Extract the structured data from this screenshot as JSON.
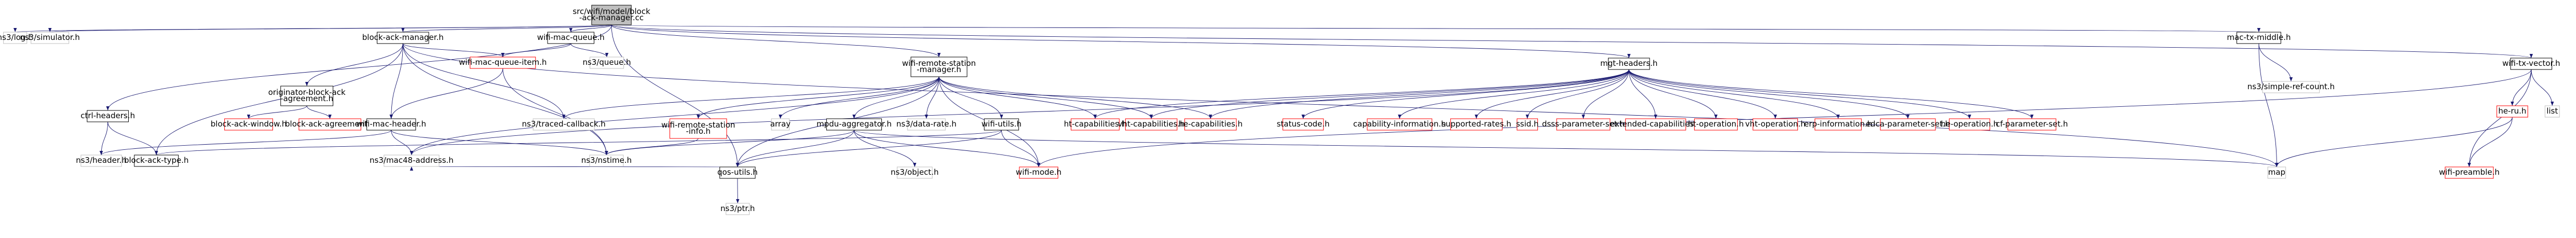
{
  "diagram": {
    "nodes": [
      {
        "id": "root",
        "label": [
          "src/wifi/model/block",
          "-ack-manager.cc"
        ],
        "style": "root"
      },
      {
        "id": "log",
        "label": [
          "ns3/log.h"
        ],
        "style": "plain"
      },
      {
        "id": "simulator",
        "label": [
          "ns3/simulator.h"
        ],
        "style": "plain"
      },
      {
        "id": "bam",
        "label": [
          "block-ack-manager.h"
        ],
        "style": "black"
      },
      {
        "id": "wmq",
        "label": [
          "wifi-mac-queue.h"
        ],
        "style": "black"
      },
      {
        "id": "wrsm",
        "label": [
          "wifi-remote-station",
          "-manager.h"
        ],
        "style": "black"
      },
      {
        "id": "mgt",
        "label": [
          "mgt-headers.h"
        ],
        "style": "black"
      },
      {
        "id": "mtm",
        "label": [
          "mac-tx-middle.h"
        ],
        "style": "black"
      },
      {
        "id": "wtv",
        "label": [
          "wifi-tx-vector.h"
        ],
        "style": "black"
      },
      {
        "id": "ctrl",
        "label": [
          "ctrl-headers.h"
        ],
        "style": "black"
      },
      {
        "id": "obaa",
        "label": [
          "originator-block-ack",
          "-agreement.h"
        ],
        "style": "black"
      },
      {
        "id": "wmqi",
        "label": [
          "wifi-mac-queue-item.h"
        ],
        "style": "red"
      },
      {
        "id": "queue",
        "label": [
          "ns3/queue.h"
        ],
        "style": "plain"
      },
      {
        "id": "simplerefcount",
        "label": [
          "ns3/simple-ref-count.h"
        ],
        "style": "plain"
      },
      {
        "id": "baw",
        "label": [
          "block-ack-window.h"
        ],
        "style": "red"
      },
      {
        "id": "baagr",
        "label": [
          "block-ack-agreement.h"
        ],
        "style": "red"
      },
      {
        "id": "wmh",
        "label": [
          "wifi-mac-header.h"
        ],
        "style": "black"
      },
      {
        "id": "tracedcb",
        "label": [
          "ns3/traced-callback.h"
        ],
        "style": "plain"
      },
      {
        "id": "wrsi",
        "label": [
          "wifi-remote-station",
          "-info.h"
        ],
        "style": "red"
      },
      {
        "id": "array",
        "label": [
          "array"
        ],
        "style": "plain"
      },
      {
        "id": "mpdu",
        "label": [
          "mpdu-aggregator.h"
        ],
        "style": "black"
      },
      {
        "id": "datarate",
        "label": [
          "ns3/data-rate.h"
        ],
        "style": "plain"
      },
      {
        "id": "wutils",
        "label": [
          "wifi-utils.h"
        ],
        "style": "black"
      },
      {
        "id": "htcap",
        "label": [
          "ht-capabilities.h"
        ],
        "style": "red"
      },
      {
        "id": "vhtcap",
        "label": [
          "vht-capabilities.h"
        ],
        "style": "red"
      },
      {
        "id": "hecap",
        "label": [
          "he-capabilities.h"
        ],
        "style": "red"
      },
      {
        "id": "status",
        "label": [
          "status-code.h"
        ],
        "style": "red"
      },
      {
        "id": "capinfo",
        "label": [
          "capability-information.h"
        ],
        "style": "red"
      },
      {
        "id": "suprates",
        "label": [
          "supported-rates.h"
        ],
        "style": "red"
      },
      {
        "id": "ssid",
        "label": [
          "ssid.h"
        ],
        "style": "red"
      },
      {
        "id": "dsss",
        "label": [
          "dsss-parameter-set.h"
        ],
        "style": "red"
      },
      {
        "id": "extcap",
        "label": [
          "extended-capabilities.h"
        ],
        "style": "red"
      },
      {
        "id": "htop",
        "label": [
          "ht-operation.h"
        ],
        "style": "red"
      },
      {
        "id": "vhtop",
        "label": [
          "vht-operation.h"
        ],
        "style": "red"
      },
      {
        "id": "erp",
        "label": [
          "erp-information.h"
        ],
        "style": "red"
      },
      {
        "id": "edca",
        "label": [
          "edca-parameter-set.h"
        ],
        "style": "red"
      },
      {
        "id": "heop",
        "label": [
          "he-operation.h"
        ],
        "style": "red"
      },
      {
        "id": "cfp",
        "label": [
          "cf-parameter-set.h"
        ],
        "style": "red"
      },
      {
        "id": "heru",
        "label": [
          "he-ru.h"
        ],
        "style": "red"
      },
      {
        "id": "list",
        "label": [
          "list"
        ],
        "style": "plain"
      },
      {
        "id": "header",
        "label": [
          "ns3/header.h"
        ],
        "style": "plain"
      },
      {
        "id": "batype",
        "label": [
          "block-ack-type.h"
        ],
        "style": "black"
      },
      {
        "id": "mac48",
        "label": [
          "ns3/mac48-address.h"
        ],
        "style": "plain"
      },
      {
        "id": "nstime",
        "label": [
          "ns3/nstime.h"
        ],
        "style": "plain"
      },
      {
        "id": "qosutils",
        "label": [
          "qos-utils.h"
        ],
        "style": "black"
      },
      {
        "id": "object",
        "label": [
          "ns3/object.h"
        ],
        "style": "plain"
      },
      {
        "id": "wmode",
        "label": [
          "wifi-mode.h"
        ],
        "style": "red"
      },
      {
        "id": "map",
        "label": [
          "map"
        ],
        "style": "plain"
      },
      {
        "id": "wpreamble",
        "label": [
          "wifi-preamble.h"
        ],
        "style": "red"
      },
      {
        "id": "ptr",
        "label": [
          "ns3/ptr.h"
        ],
        "style": "plain"
      }
    ],
    "edges": [
      [
        "root",
        "log"
      ],
      [
        "root",
        "simulator"
      ],
      [
        "root",
        "bam"
      ],
      [
        "root",
        "wmq"
      ],
      [
        "root",
        "wrsm"
      ],
      [
        "root",
        "mgt"
      ],
      [
        "root",
        "mtm"
      ],
      [
        "root",
        "wtv"
      ],
      [
        "root",
        "ctrl"
      ],
      [
        "root",
        "qosutils"
      ],
      [
        "bam",
        "obaa"
      ],
      [
        "bam",
        "wmqi"
      ],
      [
        "bam",
        "wmh"
      ],
      [
        "bam",
        "tracedcb"
      ],
      [
        "bam",
        "batype"
      ],
      [
        "bam",
        "nstime"
      ],
      [
        "bam",
        "map"
      ],
      [
        "obaa",
        "baw"
      ],
      [
        "obaa",
        "baagr"
      ],
      [
        "wmq",
        "wmqi"
      ],
      [
        "wmq",
        "queue"
      ],
      [
        "wmqi",
        "wmh"
      ],
      [
        "wmqi",
        "nstime"
      ],
      [
        "wmh",
        "header"
      ],
      [
        "wmh",
        "mac48"
      ],
      [
        "wmh",
        "nstime"
      ],
      [
        "ctrl",
        "header"
      ],
      [
        "ctrl",
        "batype"
      ],
      [
        "wrsm",
        "wrsi"
      ],
      [
        "wrsm",
        "array"
      ],
      [
        "wrsm",
        "mpdu"
      ],
      [
        "wrsm",
        "datarate"
      ],
      [
        "wrsm",
        "wutils"
      ],
      [
        "wrsm",
        "htcap"
      ],
      [
        "wrsm",
        "vhtcap"
      ],
      [
        "wrsm",
        "hecap"
      ],
      [
        "wrsm",
        "mac48"
      ],
      [
        "wrsm",
        "tracedcb"
      ],
      [
        "wrsm",
        "qosutils"
      ],
      [
        "wrsm",
        "wmode"
      ],
      [
        "wrsi",
        "nstime"
      ],
      [
        "mpdu",
        "object"
      ],
      [
        "mpdu",
        "nstime"
      ],
      [
        "mpdu",
        "qosutils"
      ],
      [
        "mpdu",
        "wmode"
      ],
      [
        "mpdu",
        "map"
      ],
      [
        "wutils",
        "batype"
      ],
      [
        "wutils",
        "qosutils"
      ],
      [
        "wutils",
        "wmode"
      ],
      [
        "qosutils",
        "ptr"
      ],
      [
        "qosutils",
        "mac48"
      ],
      [
        "mgt",
        "mac48"
      ],
      [
        "mgt",
        "status"
      ],
      [
        "mgt",
        "capinfo"
      ],
      [
        "mgt",
        "suprates"
      ],
      [
        "mgt",
        "ssid"
      ],
      [
        "mgt",
        "dsss"
      ],
      [
        "mgt",
        "extcap"
      ],
      [
        "mgt",
        "htcap"
      ],
      [
        "mgt",
        "vhtcap"
      ],
      [
        "mgt",
        "hecap"
      ],
      [
        "mgt",
        "htop"
      ],
      [
        "mgt",
        "vhtop"
      ],
      [
        "mgt",
        "erp"
      ],
      [
        "mgt",
        "edca"
      ],
      [
        "mgt",
        "heop"
      ],
      [
        "mgt",
        "cfp"
      ],
      [
        "mtm",
        "simplerefcount"
      ],
      [
        "mtm",
        "map"
      ],
      [
        "wtv",
        "heru"
      ],
      [
        "wtv",
        "list"
      ],
      [
        "wtv",
        "wmode"
      ],
      [
        "wtv",
        "wpreamble"
      ],
      [
        "heru",
        "map"
      ],
      [
        "heru",
        "wpreamble"
      ]
    ]
  }
}
